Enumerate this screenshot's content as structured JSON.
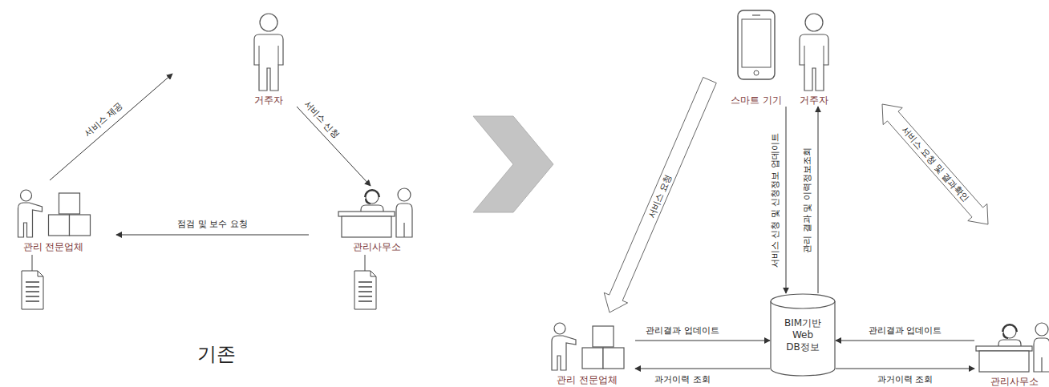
{
  "diagram": {
    "nodes": [
      {
        "text": [
          "거주자"
        ]
      },
      {
        "text": [
          "관리 전문업체"
        ]
      },
      {
        "text": [
          "관리사무소"
        ]
      },
      {
        "text": [
          "스마트 기기"
        ]
      },
      {
        "text": [
          "거주자"
        ]
      },
      {
        "text": [
          "관리 전문업체"
        ]
      },
      {
        "text": [
          "BIM기반 Web DB정보"
        ]
      },
      {
        "text": [
          "관리사무소"
        ]
      }
    ],
    "edges": [
      {
        "from": 1,
        "to": 0,
        "label": "서비스 제공",
        "arrow": "to"
      },
      {
        "from": 0,
        "to": 2,
        "label": "서비스 신청",
        "arrow": "to"
      },
      {
        "from": 2,
        "to": 1,
        "label": "점검 및 보수 요청",
        "arrow": "to"
      },
      {
        "from": 3,
        "to": 5,
        "label": "서비스 요청",
        "arrow": "to"
      },
      {
        "from": 3,
        "to": 6,
        "label": "서비스 신청 및 신청정보 업데이트",
        "arrow": "to"
      },
      {
        "from": 6,
        "to": 4,
        "label": "관리 결과 및 이력정보조회",
        "arrow": "to"
      },
      {
        "from": 7,
        "to": 4,
        "label": "서비스 요청 및 결과확인",
        "arrow": "both"
      },
      {
        "from": 5,
        "to": 6,
        "label": "관리결과 업데이트",
        "arrow": "to"
      },
      {
        "from": 6,
        "to": 5,
        "label": "과거이력 조회",
        "arrow": "to"
      },
      {
        "from": 7,
        "to": 6,
        "label": "관리결과 업데이트",
        "arrow": "to"
      },
      {
        "from": 6,
        "to": 7,
        "label": "과거이력 조회",
        "arrow": "to"
      }
    ],
    "labels": [
      "기존"
    ]
  }
}
